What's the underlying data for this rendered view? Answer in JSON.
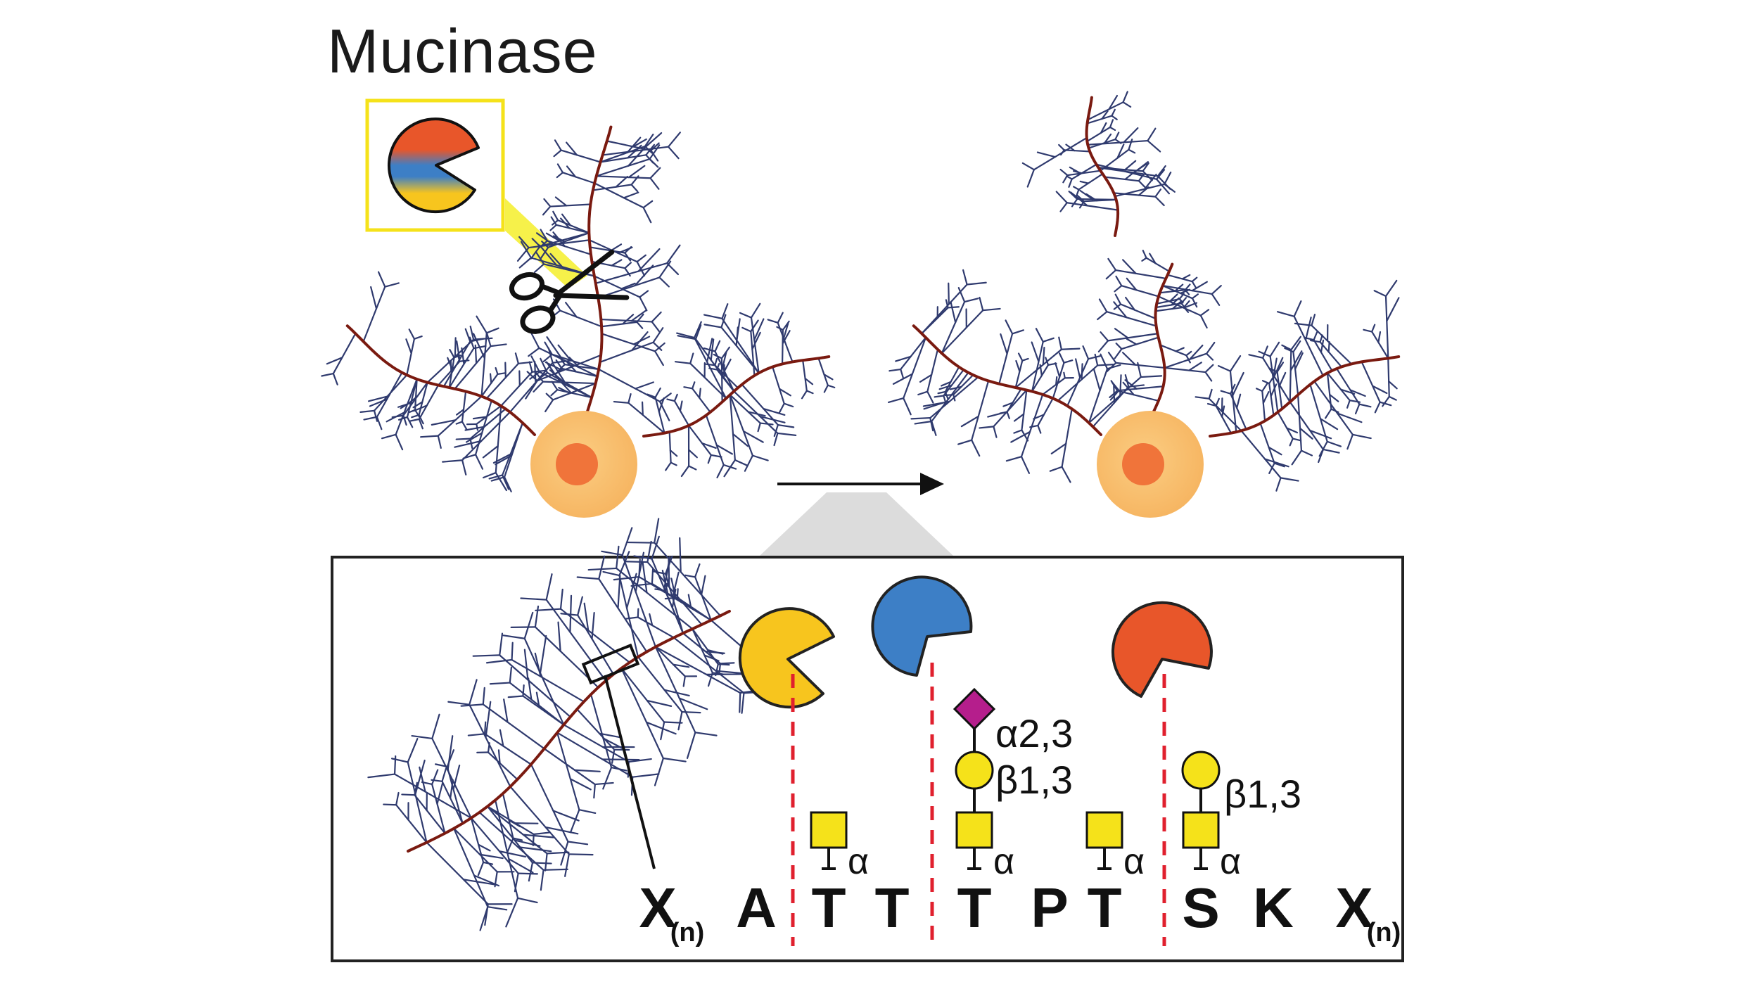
{
  "title": "Mucinase",
  "sequence": {
    "residues": [
      {
        "letter": "X",
        "sub": "(n)"
      },
      {
        "letter": "A",
        "sub": ""
      },
      {
        "letter": "T",
        "sub": ""
      },
      {
        "letter": "T",
        "sub": ""
      },
      {
        "letter": "T",
        "sub": ""
      },
      {
        "letter": "P",
        "sub": ""
      },
      {
        "letter": "T",
        "sub": ""
      },
      {
        "letter": "S",
        "sub": ""
      },
      {
        "letter": "K",
        "sub": ""
      },
      {
        "letter": "X",
        "sub": "(n)"
      }
    ]
  },
  "glycans": {
    "alpha": "α",
    "a23": "α2,3",
    "b13_first": "β1,3",
    "b13_second": "β1,3"
  },
  "colors": {
    "enzyme_yellow": "#f7c51e",
    "enzyme_blue": "#3d7fc6",
    "enzyme_orange": "#e8562a",
    "galnac": "#f5e21a",
    "sialic": "#b51e8c",
    "cut_line": "#e0202e",
    "peptide": "#7a1a10",
    "glycan_branch": "#2f3a6e",
    "cell": "#f9bf6e",
    "nucleus": "#f0743a",
    "highlight": "#f5ee2a"
  },
  "icons": [
    "scissors-icon",
    "mucinase-pacman-icon",
    "reaction-arrow-icon"
  ]
}
